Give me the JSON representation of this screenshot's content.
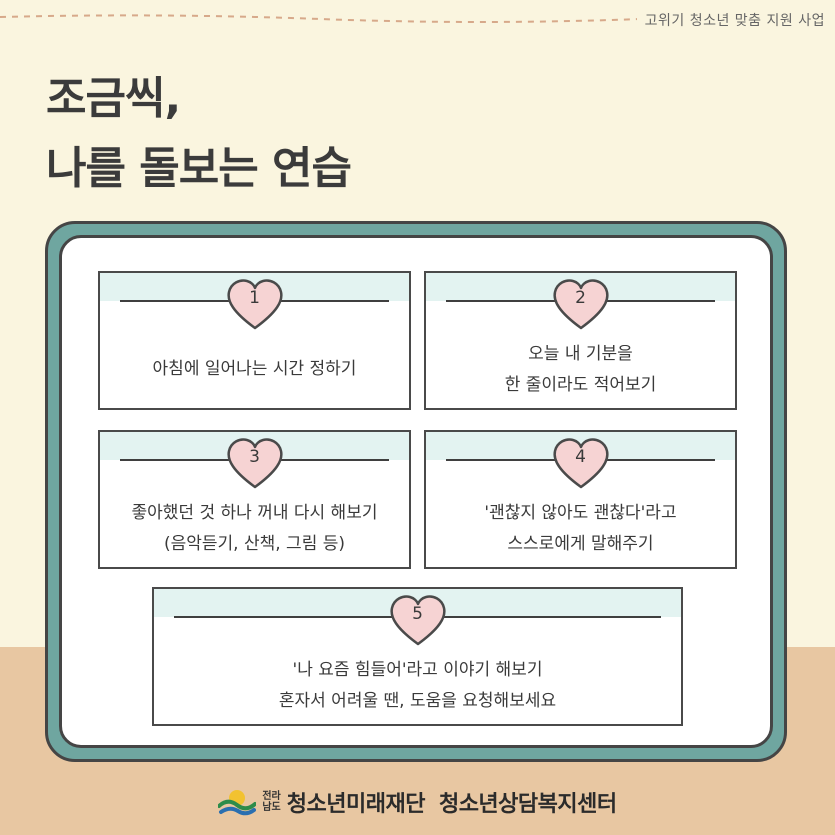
{
  "header": {
    "caption": "고위기 청소년 맞춤 지원 사업"
  },
  "title": {
    "line1": "조금씩,",
    "line2": "나를 돌보는 연습"
  },
  "cards": [
    {
      "number": "1",
      "lines": [
        "아침에 일어나는 시간 정하기"
      ]
    },
    {
      "number": "2",
      "lines": [
        "오늘 내 기분을",
        "한 줄이라도 적어보기"
      ]
    },
    {
      "number": "3",
      "lines": [
        "좋아했던 것 하나 꺼내 다시 해보기",
        "(음악듣기, 산책, 그림 등)"
      ]
    },
    {
      "number": "4",
      "lines": [
        "'괜찮지 않아도 괜찮다'라고",
        "스스로에게 말해주기"
      ]
    },
    {
      "number": "5",
      "lines": [
        "'나 요즘 힘들어'라고 이야기 해보기",
        "혼자서 어려울 땐, 도움을 요청해보세요"
      ]
    }
  ],
  "footer": {
    "region_top": "전라",
    "region_bottom": "남도",
    "foundation": "청소년미래재단",
    "center": "청소년상담복지센터"
  },
  "colors": {
    "background": "#faf5df",
    "floor": "#e8c7a2",
    "frame": "#6fa6a0",
    "band": "#e3f3f1",
    "heart": "#f6d3d3"
  }
}
